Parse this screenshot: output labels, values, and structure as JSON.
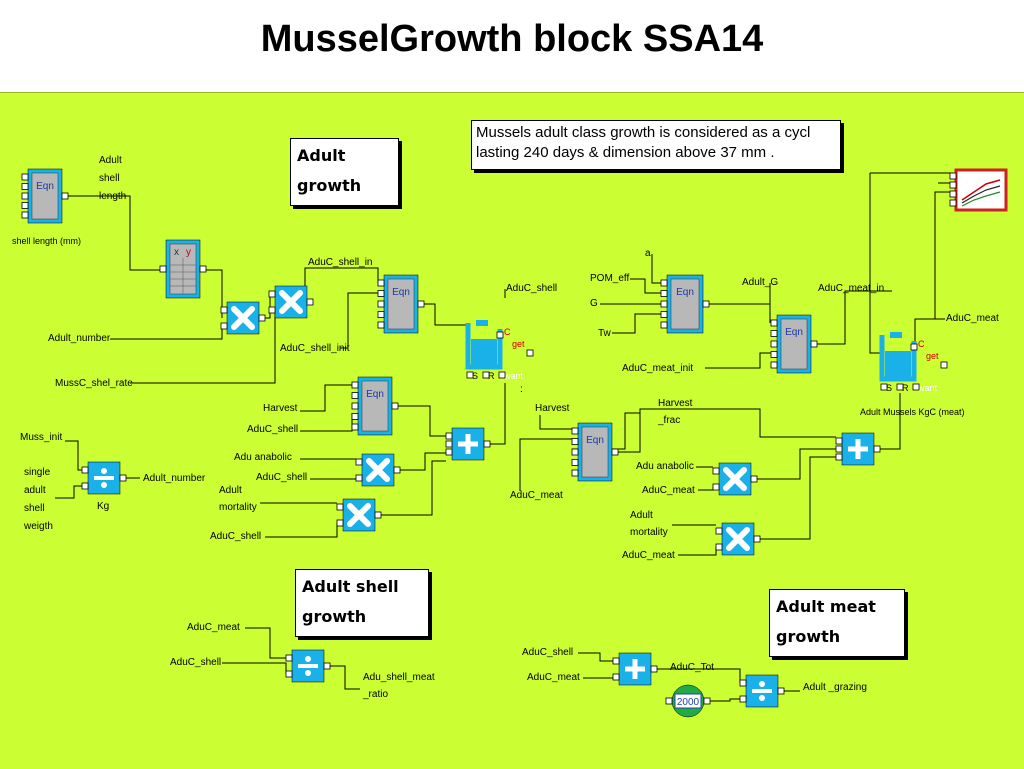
{
  "title": "MusselGrowth block SSA14",
  "headings": {
    "adult_growth": [
      "Adult",
      "growth"
    ],
    "adult_shell_growth": [
      "Adult shell",
      "growth"
    ],
    "adult_meat_growth": [
      "Adult meat",
      "growth"
    ]
  },
  "note": [
    "Mussels adult class growth is considered  as a cycl",
    "lasting 240 days & dimension above 37 mm ."
  ],
  "blocks": {
    "eqn": "Eqn",
    "table_x": "x",
    "table_y": "y",
    "store_c": "C",
    "store_get": "get",
    "store_s": "S",
    "store_r": "R",
    "store_want": "want",
    "constant_value": "2000"
  },
  "labels": {
    "adult_shell_length": [
      "Adult",
      "shell",
      "length"
    ],
    "shell_length_mm": "shell length (mm)",
    "aduc_shell_in": "AduC_shell_in",
    "aduc_shell_top": "AduC_shell",
    "adult_number_1": "Adult_number",
    "aduc_shell_init": "AduC_shell_init",
    "mussc_shel_rate": "MussC_shel_rate",
    "harvest_left": "Harvest",
    "aduc_shell_harv": "AduC_shell",
    "muss_init": "Muss_init",
    "single_adult": [
      "single",
      "adult",
      "shell",
      "weigth"
    ],
    "adult_number_2": "Adult_number",
    "kg": "Kg",
    "adu_anabolic_left": "Adu anabolic",
    "aduc_shell_anab": "AduC_shell",
    "adult_mortality_left": [
      "Adult",
      "mortality"
    ],
    "aduc_shell_mort": "AduC_shell",
    "colon": ":",
    "a": "a",
    "pom_eff": "POM_eff",
    "g": "G",
    "tw": "Tw",
    "adult_g": "Adult_G",
    "aduc_meat_in": "AduC_meat_in",
    "aduc_meat_top": "AduC_meat",
    "aduc_meat_init": "AduC_meat_init",
    "harvest_mid": "Harvest",
    "harvest_frac": [
      "Harvest",
      "_frac"
    ],
    "aduc_meat_mid": "AduC_meat",
    "adu_anabolic_right": "Adu anabolic",
    "aduc_meat_anab": "AduC_meat",
    "adult_mortality_right": [
      "Adult",
      "mortality"
    ],
    "aduc_meat_mort": "AduC_meat",
    "adult_mussels_kgc": "Adult Mussels KgC (meat)",
    "aduc_meat_ratio": "AduC_meat",
    "aduc_shell_ratio": "AduC_shell",
    "adu_shell_meat_ratio": [
      "Adu_shell_meat",
      "_ratio"
    ],
    "aduc_shell_tot": "AduC_shell",
    "aduc_meat_tot": "AduC_meat",
    "aduc_tot": "AduC_Tot",
    "adult_grazing": "Adult _grazing"
  },
  "colors": {
    "background": "#ccff33",
    "block_blue": "#1ab0e8",
    "block_grey": "#b8b8b8",
    "wire": "#000000",
    "constant_green": "#22aa44"
  }
}
